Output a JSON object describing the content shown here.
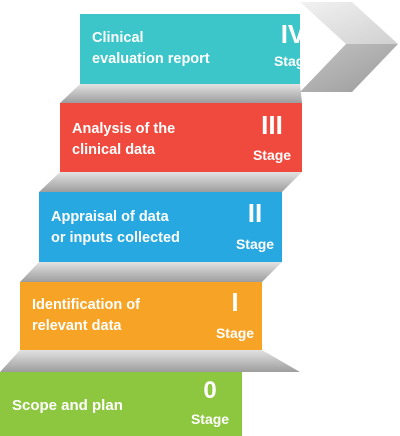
{
  "stages": [
    {
      "numeral": "0",
      "stage_word": "Stage",
      "label_lines": [
        "Scope and plan"
      ],
      "color": "#8dc63f"
    },
    {
      "numeral": "I",
      "stage_word": "Stage",
      "label_lines": [
        "Identification of",
        "relevant data"
      ],
      "color": "#f7a325"
    },
    {
      "numeral": "II",
      "stage_word": "Stage",
      "label_lines": [
        "Appraisal of data",
        "or inputs collected"
      ],
      "color": "#27a8e0"
    },
    {
      "numeral": "III",
      "stage_word": "Stage",
      "label_lines": [
        "Analysis of the",
        "clinical data"
      ],
      "color": "#f04a3e"
    },
    {
      "numeral": "IV",
      "stage_word": "Stage",
      "label_lines": [
        "Clinical",
        "evaluation report"
      ],
      "color": "#3dc6c9"
    }
  ],
  "colors": {
    "riser_light": "#d5d5d5",
    "riser_dark": "#a9a9a9",
    "arrow_light": "#e4e4e4",
    "arrow_dark": "#b8b8b8"
  }
}
